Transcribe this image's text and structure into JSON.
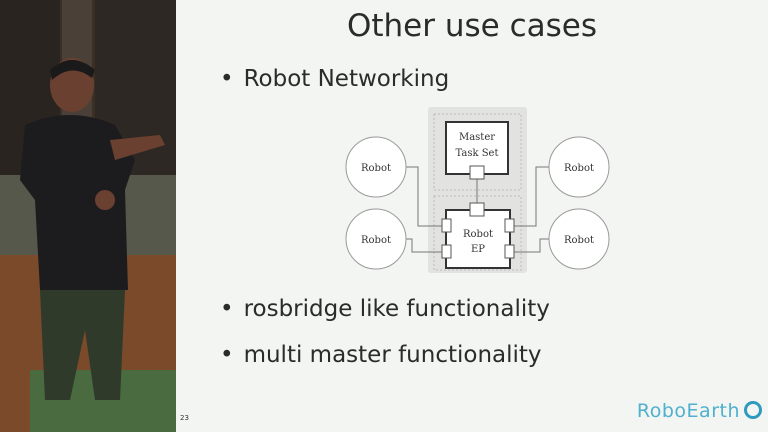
{
  "slide": {
    "title": "Other use cases",
    "bullets": [
      "Robot Networking",
      "rosbridge like functionality",
      "multi master functionality"
    ],
    "slide_number": "23",
    "logo": "RoboEarth"
  },
  "diagram": {
    "robot_label": "Robot",
    "master_line1": "Master",
    "master_line2": "Task Set",
    "ep_line1": "Robot",
    "ep_line2": "EP"
  }
}
